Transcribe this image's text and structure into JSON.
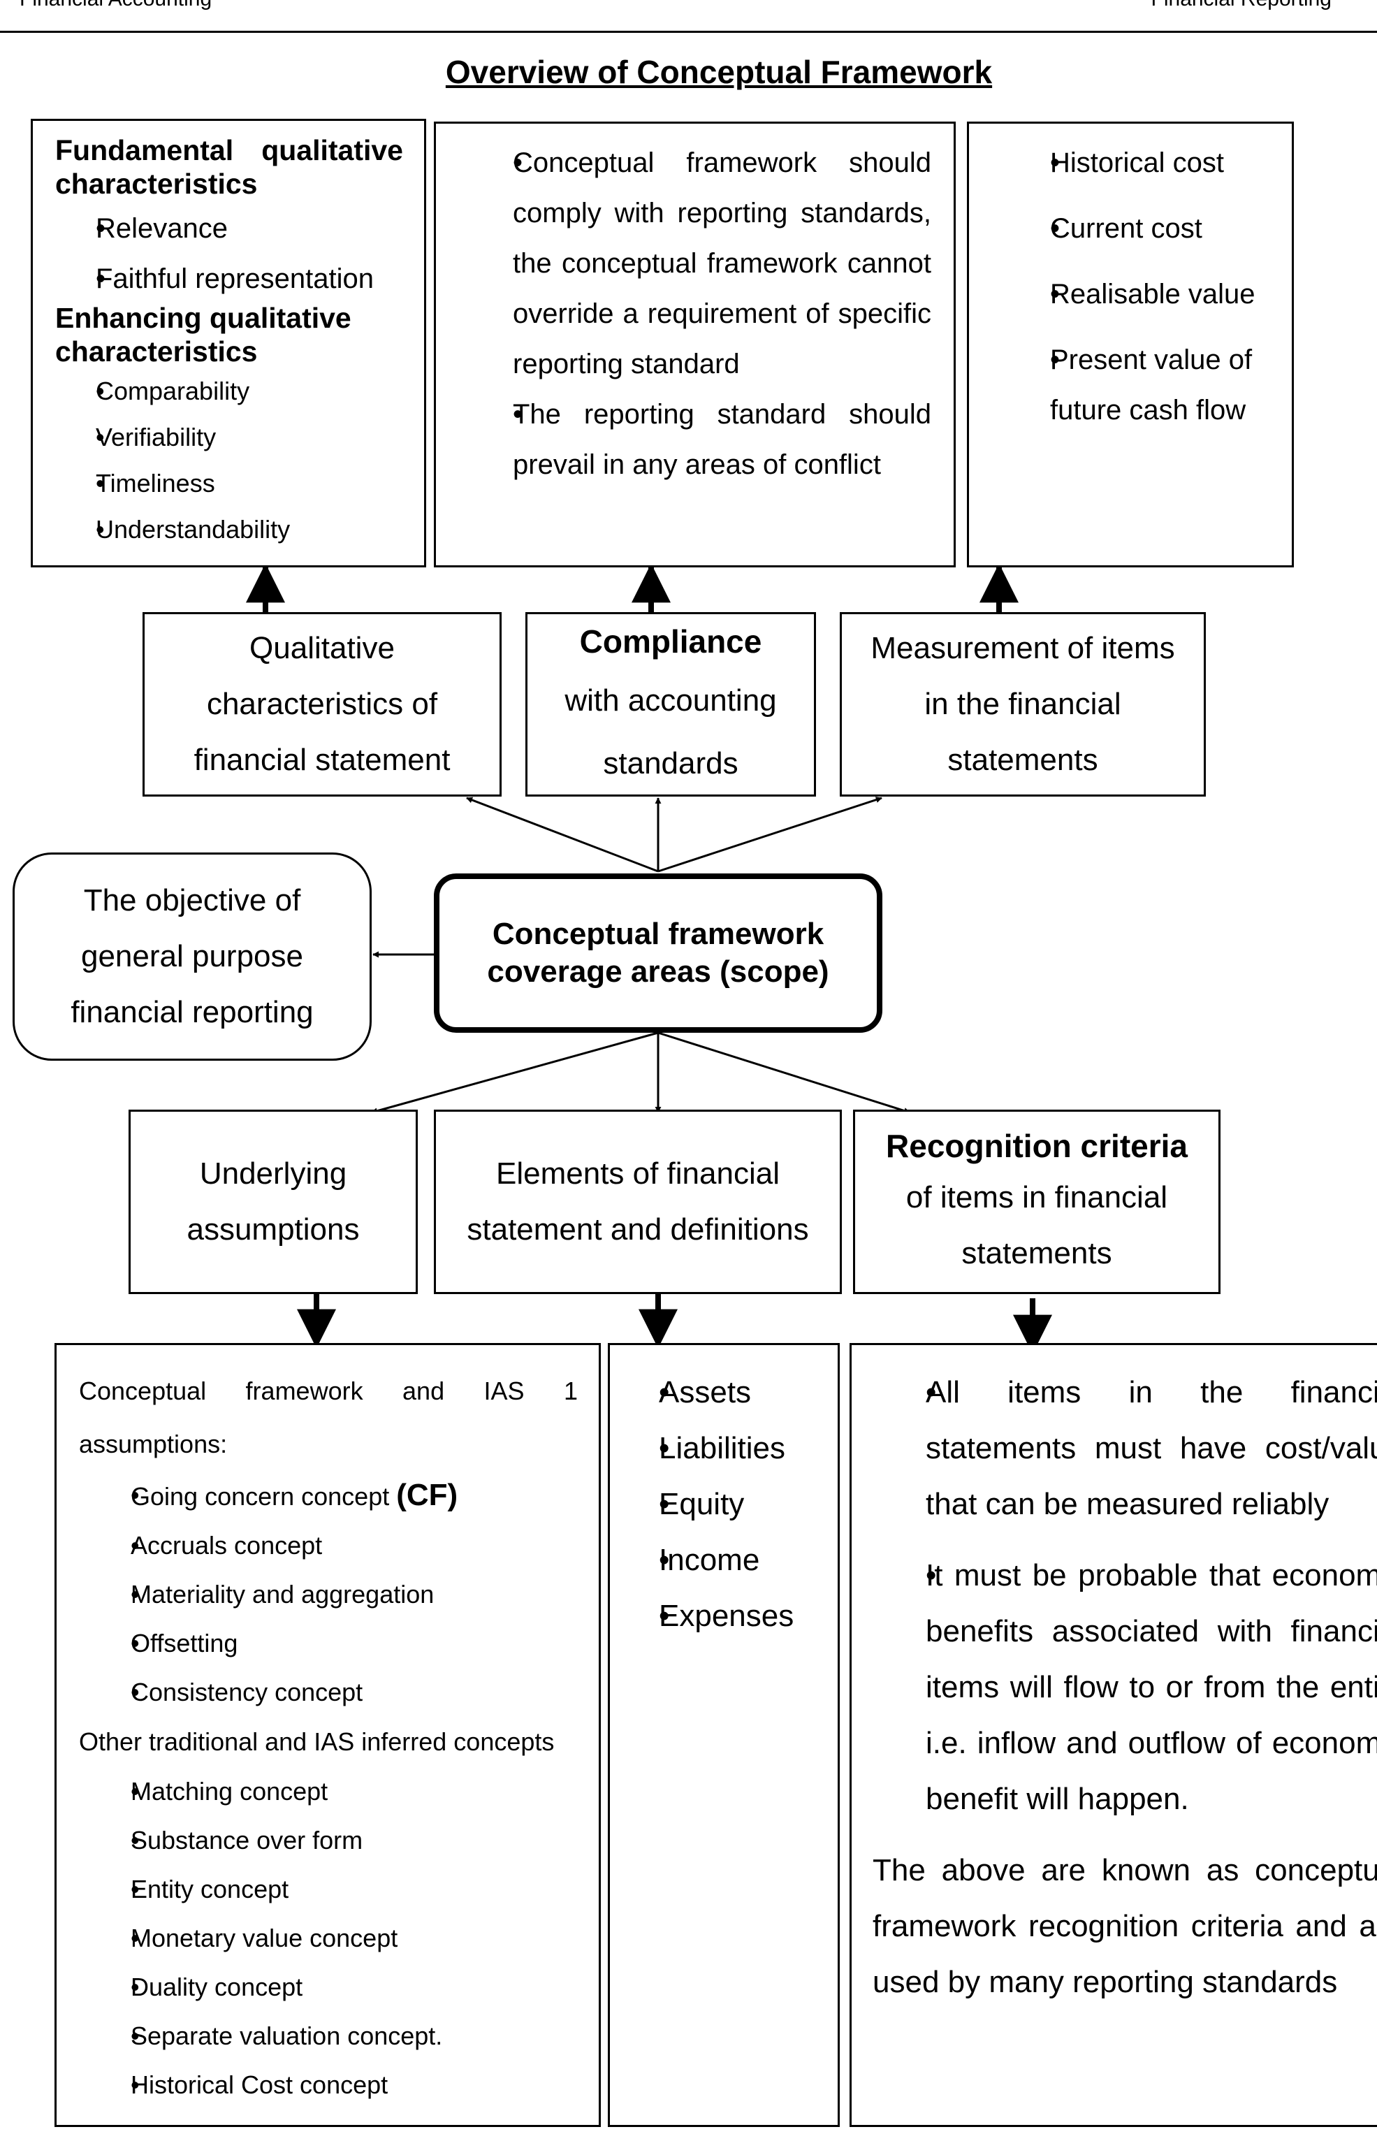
{
  "header": {
    "left": "Financial Accounting",
    "right": "Financial Reporting"
  },
  "title": "Overview of Conceptual Framework",
  "top_boxes": {
    "qualitative": {
      "fundamental_title": "Fundamental qualitative characteristics",
      "fundamental_items": [
        "Relevance",
        "Faithful representation"
      ],
      "enhancing_title": "Enhancing qualitative characteristics",
      "enhancing_items": [
        "Comparability",
        "Verifiability",
        "Timeliness",
        "Understandability"
      ]
    },
    "compliance": {
      "items": [
        "Conceptual framework should comply with reporting standards, the conceptual framework cannot override a requirement of specific reporting standard",
        "The reporting standard should prevail in any areas of conflict"
      ]
    },
    "measurement": {
      "items": [
        "Historical cost",
        "Current cost",
        "Realisable value",
        "Present value of future cash flow"
      ]
    }
  },
  "mid_boxes": {
    "qualitative": "Qualitative characteristics of financial statement",
    "compliance_bold": "Compliance",
    "compliance_rest": "with accounting standards",
    "measurement": "Measurement of items in the financial statements"
  },
  "objective": "The objective of general purpose financial reporting",
  "center": "Conceptual framework coverage areas (scope)",
  "lower_boxes": {
    "assumptions": "Underlying assumptions",
    "elements": "Elements of financial statement and definitions",
    "recognition_bold": "Recognition criteria",
    "recognition_rest": "of items in financial statements"
  },
  "bottom_boxes": {
    "assumptions": {
      "intro": "Conceptual framework and IAS 1 assumptions:",
      "item1_text": "Going concern concept",
      "item1_tag": "(CF)",
      "items_a": [
        "Accruals concept",
        "Materiality and aggregation",
        "Offsetting",
        "Consistency concept"
      ],
      "subheading": "Other traditional and IAS inferred concepts",
      "items_b": [
        "Matching concept",
        "Substance over form",
        "Entity concept",
        "Monetary value concept",
        "Duality concept",
        "Separate valuation concept.",
        "Historical Cost concept"
      ]
    },
    "elements": {
      "items": [
        "Assets",
        "Liabilities",
        "Equity",
        "Income",
        "Expenses"
      ]
    },
    "recognition": {
      "items": [
        "All items in the financial statements must have cost/value that can be measured reliably",
        "It must be probable that economic benefits associated with financial items will flow to or from the entity i.e. inflow and outflow of economic benefit will happen."
      ],
      "note": "The above are known as conceptual framework recognition criteria and are used by many reporting standards"
    }
  }
}
